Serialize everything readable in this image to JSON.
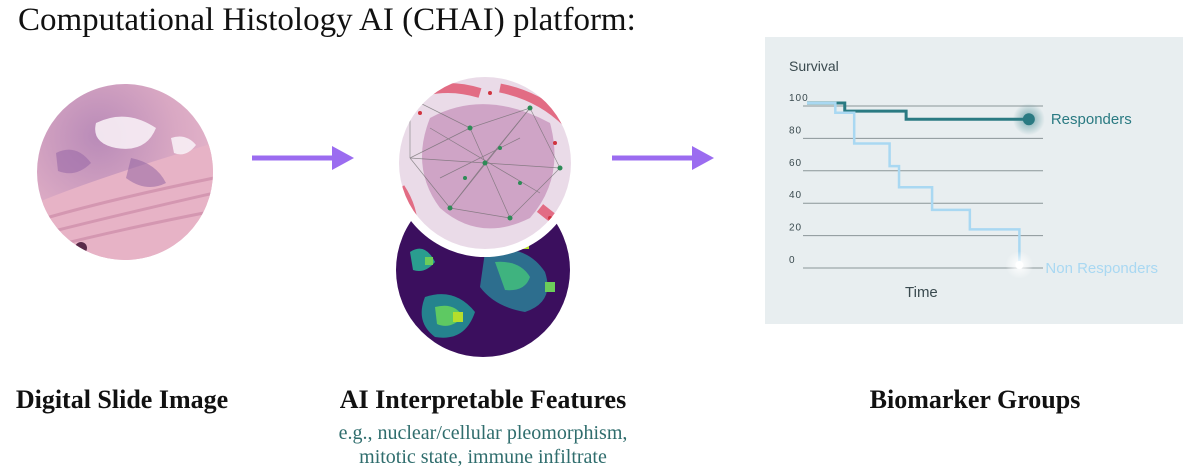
{
  "title": "Computational Histology AI (CHAI) platform:",
  "stages": [
    {
      "label": "Digital Slide Image"
    },
    {
      "label": "AI Interpretable Features",
      "sublines": [
        "e.g., nuclear/cellular pleomorphism,",
        "mitotic state, immune infiltrate"
      ]
    },
    {
      "label": "Biomarker Groups"
    }
  ],
  "colors": {
    "arrow": "#9b6cf0",
    "responders": "#2a7a82",
    "non_responders": "#a9d8f2",
    "panel": "#e8eef0",
    "subtext": "#2f6d6d"
  },
  "icons": [
    "slide-image",
    "feature-overlay-image",
    "heatmap-image",
    "right-arrow-icon"
  ],
  "chart_data": {
    "type": "line",
    "title": "",
    "ylabel": "Survival",
    "xlabel": "Time",
    "y_ticks": [
      "100",
      "80",
      "60",
      "40",
      "20",
      "0"
    ],
    "ylim": [
      0,
      100
    ],
    "xlim": [
      0,
      10
    ],
    "grid": true,
    "series": [
      {
        "name": "Responders",
        "color": "#2a7a82",
        "x": [
          0,
          1.6,
          1.6,
          4.2,
          4.2,
          9.4
        ],
        "y": [
          100,
          100,
          95,
          95,
          90,
          90
        ]
      },
      {
        "name": "Non Responders",
        "color": "#a9d8f2",
        "x": [
          0,
          1.2,
          1.2,
          2.0,
          2.0,
          3.5,
          3.5,
          3.9,
          3.9,
          5.3,
          5.3,
          6.9,
          6.9,
          9.0,
          9.0
        ],
        "y": [
          100,
          100,
          94,
          94,
          75,
          75,
          61,
          61,
          48,
          48,
          34,
          34,
          22,
          22,
          0
        ]
      }
    ]
  }
}
